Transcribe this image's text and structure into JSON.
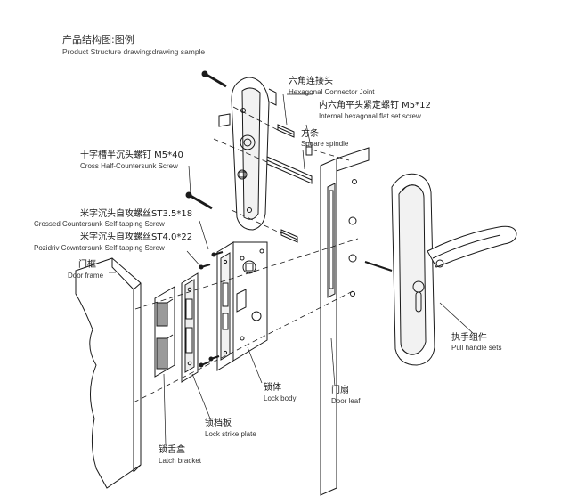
{
  "title": {
    "zh": "产品结构图:图例",
    "en": "Product Structure drawing:drawing sample"
  },
  "parts": [
    {
      "id": "hex-joint",
      "zh": "六角连接头",
      "en": "Hexagonal Connector Joint"
    },
    {
      "id": "set-screw",
      "zh": "内六角平头紧定螺钉 M5*12",
      "en": "Internal hexagonal flat set screw"
    },
    {
      "id": "spindle",
      "zh": "方条",
      "en": "Square spindle"
    },
    {
      "id": "cross-screw",
      "zh": "十字槽半沉头螺钉 M5*40",
      "en": "Cross Half-Countersunk Screw"
    },
    {
      "id": "st35",
      "zh": "米字沉头自攻螺丝ST3.5*18",
      "en": "Crossed Countersunk Self-tapping Screw"
    },
    {
      "id": "st40",
      "zh": "米字沉头自攻螺丝ST4.0*22",
      "en": "Pozidriv Cowntersunk Self-tapping Screw"
    },
    {
      "id": "door-frame",
      "zh": "门框",
      "en": "Door frame"
    },
    {
      "id": "pull-handle",
      "zh": "执手组件",
      "en": "Pull handle sets"
    },
    {
      "id": "lock-body",
      "zh": "锁体",
      "en": "Lock body"
    },
    {
      "id": "door-leaf",
      "zh": "门扇",
      "en": "Door leaf"
    },
    {
      "id": "strike-plate",
      "zh": "锁档板",
      "en": "Lock strike plate"
    },
    {
      "id": "latch-bracket",
      "zh": "锁舌盒",
      "en": "Latch bracket"
    }
  ],
  "colors": {
    "line": "#1a1a1a",
    "fill": "#ffffff",
    "shade": "#d9d9d9"
  }
}
